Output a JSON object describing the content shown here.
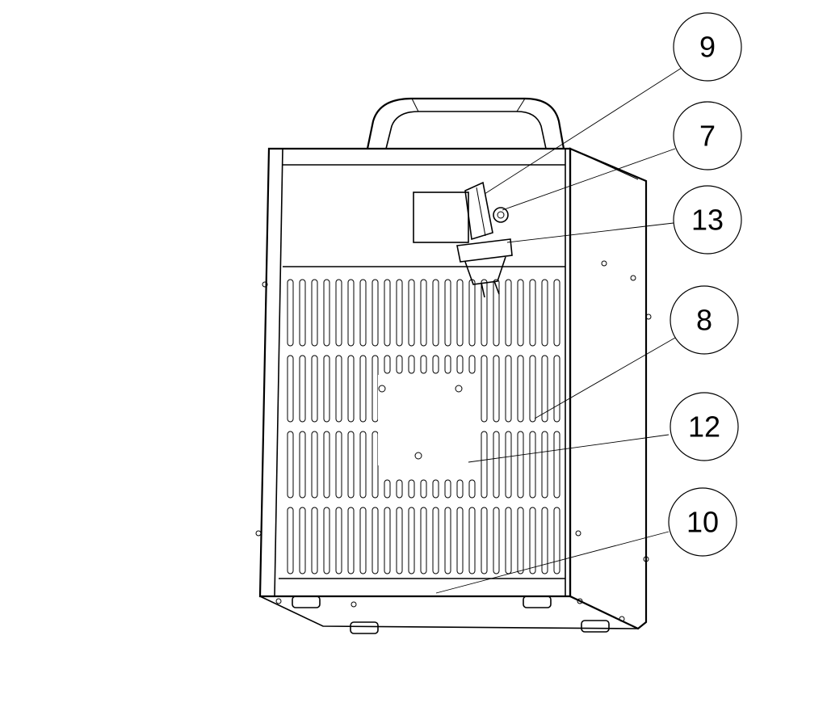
{
  "callouts": [
    {
      "id": "9",
      "label": "9"
    },
    {
      "id": "7",
      "label": "7"
    },
    {
      "id": "13",
      "label": "13"
    },
    {
      "id": "8",
      "label": "8"
    },
    {
      "id": "12",
      "label": "12"
    },
    {
      "id": "10",
      "label": "10"
    }
  ]
}
